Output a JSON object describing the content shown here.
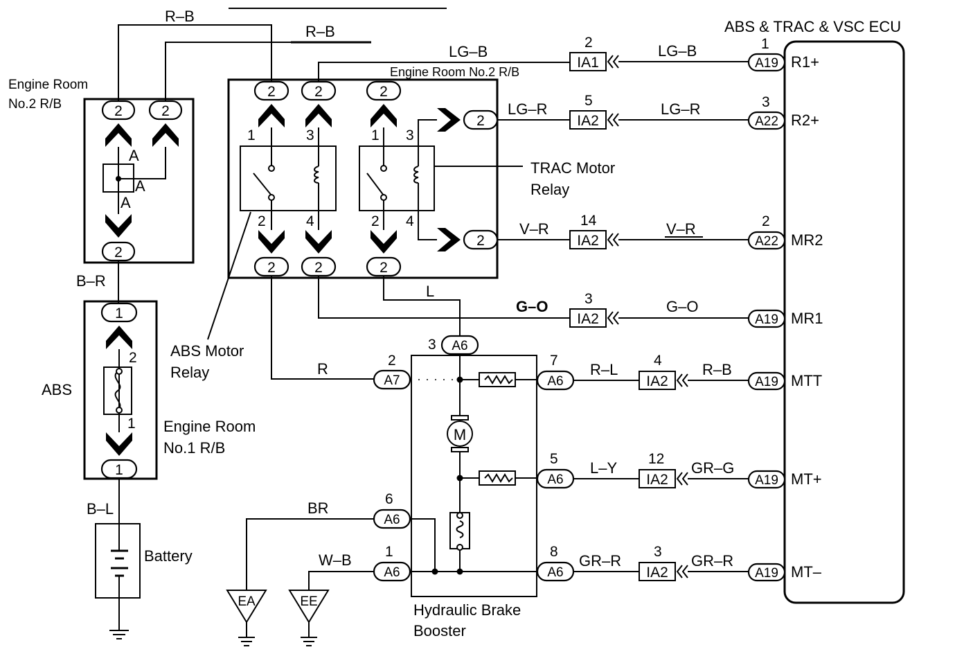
{
  "labels": {
    "ecu_title": "ABS & TRAC & VSC ECU",
    "engine_room_2_a": "Engine Room",
    "engine_room_2_b": "No.2 R/B",
    "engine_room_2_inner": "Engine Room No.2 R/B",
    "engine_room_1_a": "Engine Room",
    "engine_room_1_b": "No.1 R/B",
    "abs": "ABS",
    "battery": "Battery",
    "trac_motor_relay_a": "TRAC Motor",
    "trac_motor_relay_b": "Relay",
    "abs_motor_relay_a": "ABS Motor",
    "abs_motor_relay_b": "Relay",
    "hydraulic_a": "Hydraulic Brake",
    "hydraulic_b": "Booster",
    "motor": "M"
  },
  "wires": {
    "rb_top": "R–B",
    "rb_second": "R–B",
    "br_top": "B–R",
    "bl": "B–L",
    "lgb_left": "LG–B",
    "lgb_right": "LG–B",
    "lgr_left": "LG–R",
    "lgr_right": "LG–R",
    "vr_left": "V–R",
    "vr_right": "V–R",
    "go_left": "G–O",
    "go_right": "G–O",
    "l": "L",
    "r": "R",
    "rl": "R–L",
    "rb_mtt": "R–B",
    "ly": "L–Y",
    "grg": "GR–G",
    "br_bottom": "BR",
    "wb": "W–B",
    "grr_left": "GR–R",
    "grr_right": "GR–R"
  },
  "connectors": {
    "two": "2",
    "one": "1",
    "ia1": "IA1",
    "ia2": "IA2",
    "a19": "A19",
    "a22": "A22",
    "a6": "A6",
    "a7": "A7",
    "ea": "EA",
    "ee": "EE"
  },
  "ecu_pins": {
    "r1": "R1+",
    "r2": "R2+",
    "mr2": "MR2",
    "mr1": "MR1",
    "mtt": "MTT",
    "mtp": "MT+",
    "mtm": "MT–"
  },
  "pin_numbers": {
    "ia1_lgb": "2",
    "a19_r1": "1",
    "ia2_lgr": "5",
    "a22_r2": "3",
    "ia2_vr": "14",
    "a22_mr2": "2",
    "ia2_go": "3",
    "a6_top": "3",
    "a7": "2",
    "a6_rl": "7",
    "ia2_mtt": "4",
    "a6_ly": "5",
    "ia2_mtp": "12",
    "a6_br": "6",
    "a6_wb": "1",
    "a6_grr": "8",
    "ia2_mtm": "3",
    "abs_top": "2",
    "abs_bottom": "1",
    "relay1_1": "1",
    "relay1_3": "3",
    "relay1_2": "2",
    "relay1_4": "4",
    "relay2_1": "1",
    "relay2_3": "3",
    "relay2_2": "2",
    "relay2_4": "4",
    "a_top": "A",
    "a_mid": "A",
    "a_bottom": "A"
  }
}
